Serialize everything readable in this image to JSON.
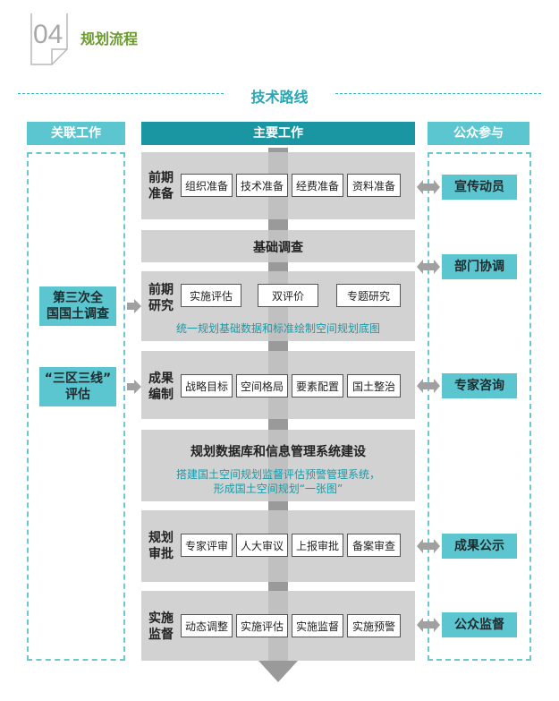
{
  "header": {
    "number": "04",
    "title": "规划流程"
  },
  "route_title": "技术路线",
  "columns": {
    "left": "关联工作",
    "main": "主要工作",
    "right": "公众参与"
  },
  "left_items": [
    {
      "line1": "第三次全",
      "line2": "国国土调查"
    },
    {
      "line1": "“三区三线”",
      "line2": "评估"
    }
  ],
  "stages": [
    {
      "label1": "前期",
      "label2": "准备",
      "items": [
        "组织准备",
        "技术准备",
        "经费准备",
        "资料准备"
      ]
    },
    {
      "label1": "前期",
      "label2": "研究",
      "items": [
        "实施评估",
        "双评价",
        "专题研究"
      ]
    },
    {
      "label1": "成果",
      "label2": "编制",
      "items": [
        "战略目标",
        "空间格局",
        "要素配置",
        "国土整治"
      ]
    },
    {
      "label1": "规划",
      "label2": "审批",
      "items": [
        "专家评审",
        "人大审议",
        "上报审批",
        "备案审查"
      ]
    },
    {
      "label1": "实施",
      "label2": "监督",
      "items": [
        "动态调整",
        "实施评估",
        "实施监督",
        "实施预警"
      ]
    }
  ],
  "basic_survey": "基础调查",
  "research_note": "统一规划基础数据和标准绘制空间规划底图",
  "database": {
    "title": "规划数据库和信息管理系统建设",
    "line1": "搭建国土空间规划监督评估预警管理系统，",
    "line2": "形成国土空间规划“一张图”"
  },
  "right_items": [
    "宣传动员",
    "部门协调",
    "专家咨询",
    "成果公示",
    "公众监督"
  ],
  "colors": {
    "accent_green": "#6b9b2e",
    "teal_dark": "#1a96a3",
    "teal_light": "#5bc6cf",
    "grey_block": "#c8c8c8",
    "arrow_grey": "#9a9a9a"
  }
}
